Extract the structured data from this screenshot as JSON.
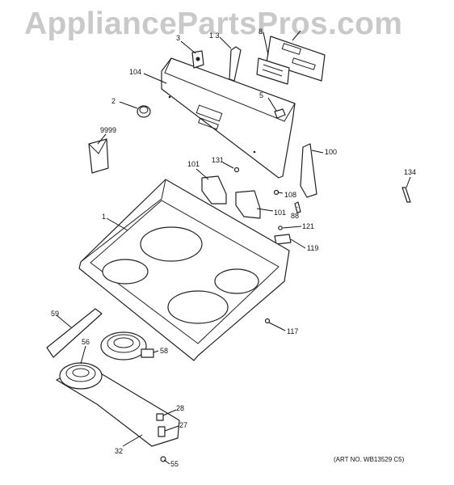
{
  "watermark": "AppliancePartsPros.com",
  "art_number": "(ART NO. WB13529 C5)",
  "callouts": [
    {
      "id": "c-3",
      "text": "3"
    },
    {
      "id": "c-13",
      "text": "1 3"
    },
    {
      "id": "c-8",
      "text": "8"
    },
    {
      "id": "c-104",
      "text": "104"
    },
    {
      "id": "c-2",
      "text": "2"
    },
    {
      "id": "c-5",
      "text": "5"
    },
    {
      "id": "c-9999",
      "text": "9999"
    },
    {
      "id": "c-100",
      "text": "100"
    },
    {
      "id": "c-131",
      "text": "131"
    },
    {
      "id": "c-101a",
      "text": "101"
    },
    {
      "id": "c-101b",
      "text": "101"
    },
    {
      "id": "c-108",
      "text": "108"
    },
    {
      "id": "c-88",
      "text": "88"
    },
    {
      "id": "c-134",
      "text": "134"
    },
    {
      "id": "c-1",
      "text": "1"
    },
    {
      "id": "c-121",
      "text": "121"
    },
    {
      "id": "c-119",
      "text": "119"
    },
    {
      "id": "c-117",
      "text": "117"
    },
    {
      "id": "c-59",
      "text": "59"
    },
    {
      "id": "c-56",
      "text": "56"
    },
    {
      "id": "c-58",
      "text": "58"
    },
    {
      "id": "c-28",
      "text": "28"
    },
    {
      "id": "c-27",
      "text": "27"
    },
    {
      "id": "c-32",
      "text": "32"
    },
    {
      "id": "c-55",
      "text": "55"
    }
  ]
}
